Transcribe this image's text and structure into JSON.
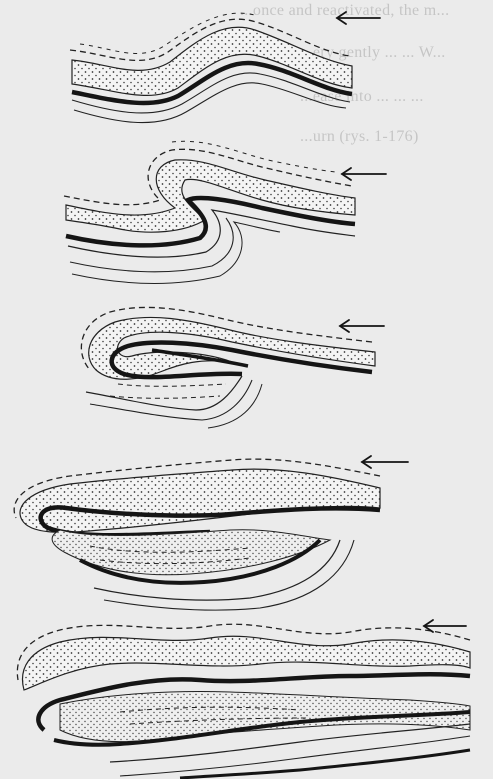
{
  "figure": {
    "panels": [
      {
        "id": "stage-1",
        "stage": 1
      },
      {
        "id": "stage-2",
        "stage": 2
      },
      {
        "id": "stage-3",
        "stage": 3
      },
      {
        "id": "stage-4",
        "stage": 4
      },
      {
        "id": "stage-5",
        "stage": 5
      }
    ],
    "arrow_direction": "left",
    "arrow_icon": "left-arrow-icon",
    "background": "#ebebeb",
    "ink": "#222222"
  },
  "bleed_through": {
    "line_1": "...once and reactivated, the m...",
    "line_2": "...ery gently ... ... W...",
    "line_3": "...ease into ... ... ...",
    "line_4": "...urn (rys. 1-176)"
  }
}
